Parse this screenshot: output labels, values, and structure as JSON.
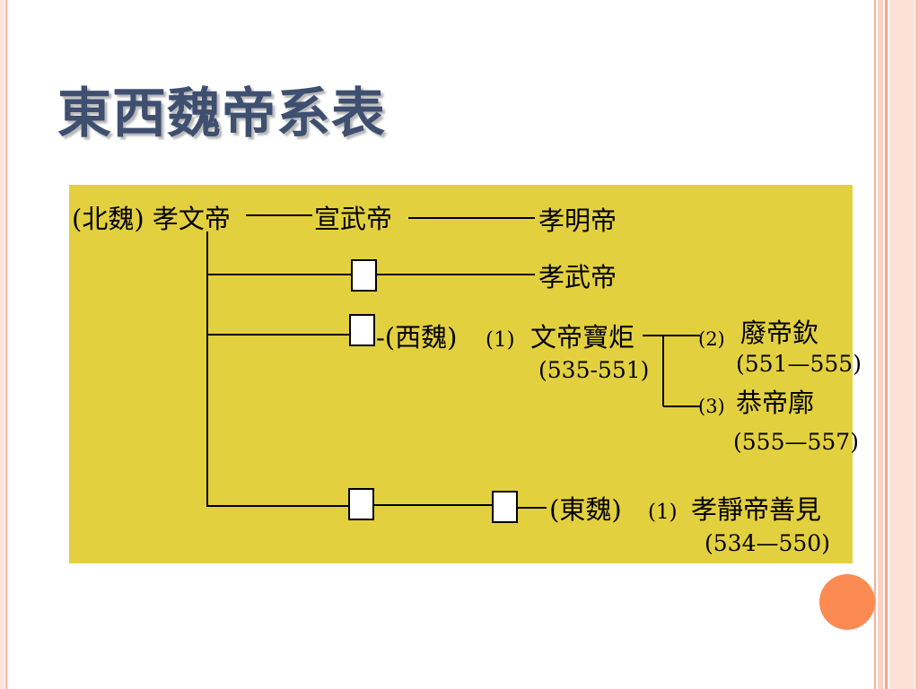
{
  "slide": {
    "title": "東西魏帝系表",
    "accent_color": "#fb8a53"
  },
  "diagram": {
    "background": "#e3d03f",
    "labels": {
      "northern_wei_root": "(北魏) 孝文帝",
      "xuanwu": "宣武帝",
      "xiaoming": "孝明帝",
      "xiaowu": "孝武帝",
      "western_wei_tag": "-(西魏)",
      "western_wei_num": "(1)",
      "wendi": "文帝寶炬",
      "wendi_years": "(535-551)",
      "feidi_num": "(2)",
      "feidi": "廢帝欽",
      "feidi_years": "(551—555)",
      "gongdi_num": "(3)",
      "gongdi": "恭帝廓",
      "gongdi_years": "(555—557)",
      "eastern_wei_tag": "(東魏)",
      "eastern_wei_num": "(1)",
      "xiaojing": "孝靜帝善見",
      "xiaojing_years": "(534—550)"
    }
  }
}
